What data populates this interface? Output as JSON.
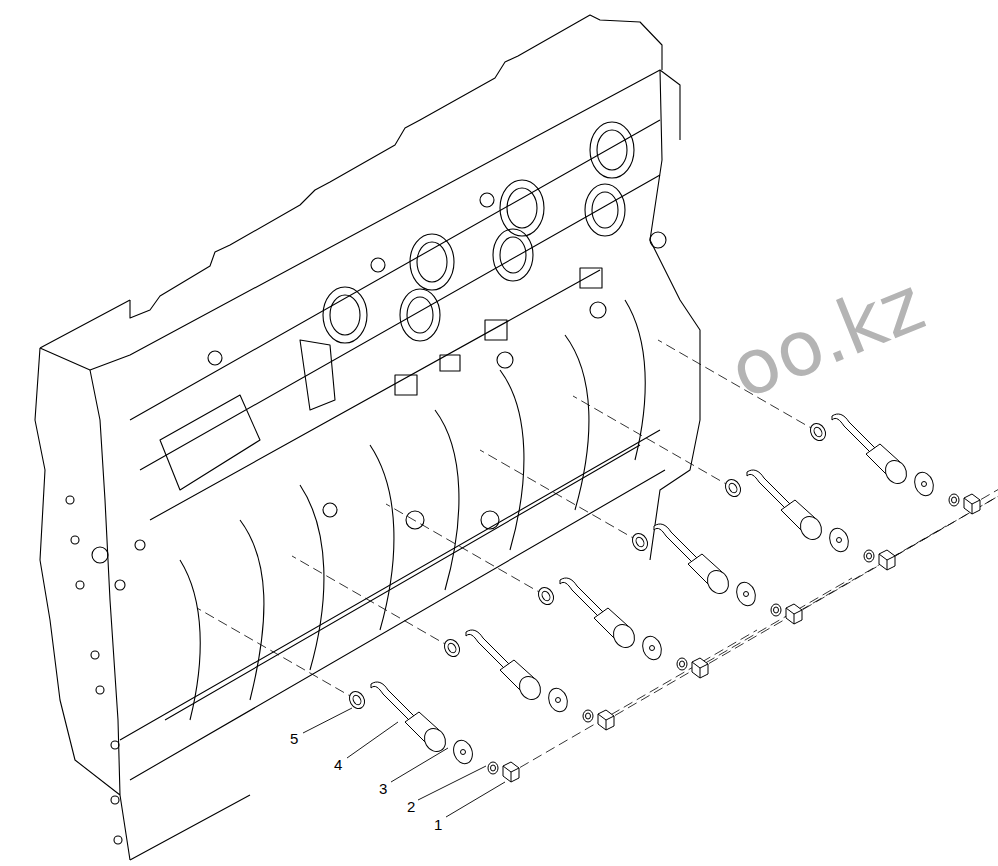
{
  "diagram": {
    "labels": [
      "1",
      "2",
      "3",
      "4",
      "5",
      "oo.kz"
    ]
  }
}
